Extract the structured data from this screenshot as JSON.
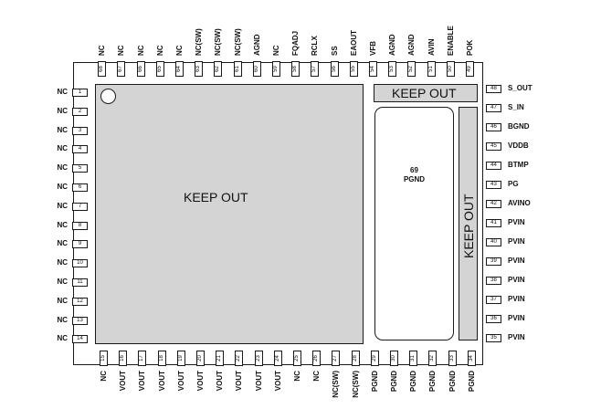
{
  "keepout": {
    "main": "KEEP OUT",
    "top_right": "KEEP OUT",
    "right_vertical": "KEEP OUT"
  },
  "exposed_pad": {
    "number": "69",
    "name": "PGND"
  },
  "pins": {
    "left": [
      {
        "n": "1",
        "name": "NC"
      },
      {
        "n": "2",
        "name": "NC"
      },
      {
        "n": "3",
        "name": "NC"
      },
      {
        "n": "4",
        "name": "NC"
      },
      {
        "n": "5",
        "name": "NC"
      },
      {
        "n": "6",
        "name": "NC"
      },
      {
        "n": "7",
        "name": "NC"
      },
      {
        "n": "8",
        "name": "NC"
      },
      {
        "n": "9",
        "name": "NC"
      },
      {
        "n": "10",
        "name": "NC"
      },
      {
        "n": "11",
        "name": "NC"
      },
      {
        "n": "12",
        "name": "NC"
      },
      {
        "n": "13",
        "name": "NC"
      },
      {
        "n": "14",
        "name": "NC"
      }
    ],
    "bottom": [
      {
        "n": "15",
        "name": "NC"
      },
      {
        "n": "16",
        "name": "VOUT"
      },
      {
        "n": "17",
        "name": "VOUT"
      },
      {
        "n": "18",
        "name": "VOUT"
      },
      {
        "n": "19",
        "name": "VOUT"
      },
      {
        "n": "20",
        "name": "VOUT"
      },
      {
        "n": "21",
        "name": "VOUT"
      },
      {
        "n": "22",
        "name": "VOUT"
      },
      {
        "n": "23",
        "name": "VOUT"
      },
      {
        "n": "24",
        "name": "VOUT"
      },
      {
        "n": "25",
        "name": "NC"
      },
      {
        "n": "26",
        "name": "NC"
      },
      {
        "n": "27",
        "name": "NC(SW)"
      },
      {
        "n": "28",
        "name": "NC(SW)"
      },
      {
        "n": "29",
        "name": "PGND"
      },
      {
        "n": "30",
        "name": "PGND"
      },
      {
        "n": "31",
        "name": "PGND"
      },
      {
        "n": "32",
        "name": "PGND"
      },
      {
        "n": "33",
        "name": "PGND"
      },
      {
        "n": "34",
        "name": "PGND"
      }
    ],
    "right": [
      {
        "n": "35",
        "name": "PVIN"
      },
      {
        "n": "36",
        "name": "PVIN"
      },
      {
        "n": "37",
        "name": "PVIN"
      },
      {
        "n": "38",
        "name": "PVIN"
      },
      {
        "n": "39",
        "name": "PVIN"
      },
      {
        "n": "40",
        "name": "PVIN"
      },
      {
        "n": "41",
        "name": "PVIN"
      },
      {
        "n": "42",
        "name": "AVINO"
      },
      {
        "n": "43",
        "name": "PG"
      },
      {
        "n": "44",
        "name": "BTMP"
      },
      {
        "n": "45",
        "name": "VDDB"
      },
      {
        "n": "46",
        "name": "BGND"
      },
      {
        "n": "47",
        "name": "S_IN"
      },
      {
        "n": "48",
        "name": "S_OUT"
      }
    ],
    "top": [
      {
        "n": "49",
        "name": "POK"
      },
      {
        "n": "50",
        "name": "ENABLE"
      },
      {
        "n": "51",
        "name": "AVIN"
      },
      {
        "n": "52",
        "name": "AGND"
      },
      {
        "n": "53",
        "name": "AGND"
      },
      {
        "n": "54",
        "name": "VFB"
      },
      {
        "n": "55",
        "name": "EAOUT"
      },
      {
        "n": "56",
        "name": "SS"
      },
      {
        "n": "57",
        "name": "RCLX"
      },
      {
        "n": "58",
        "name": "FQADJ"
      },
      {
        "n": "59",
        "name": "NC"
      },
      {
        "n": "60",
        "name": "AGND"
      },
      {
        "n": "61",
        "name": "NC(SW)"
      },
      {
        "n": "62",
        "name": "NC(SW)"
      },
      {
        "n": "63",
        "name": "NC(SW)"
      },
      {
        "n": "64",
        "name": "NC"
      },
      {
        "n": "65",
        "name": "NC"
      },
      {
        "n": "66",
        "name": "NC"
      },
      {
        "n": "67",
        "name": "NC"
      },
      {
        "n": "68",
        "name": "NC"
      }
    ]
  }
}
